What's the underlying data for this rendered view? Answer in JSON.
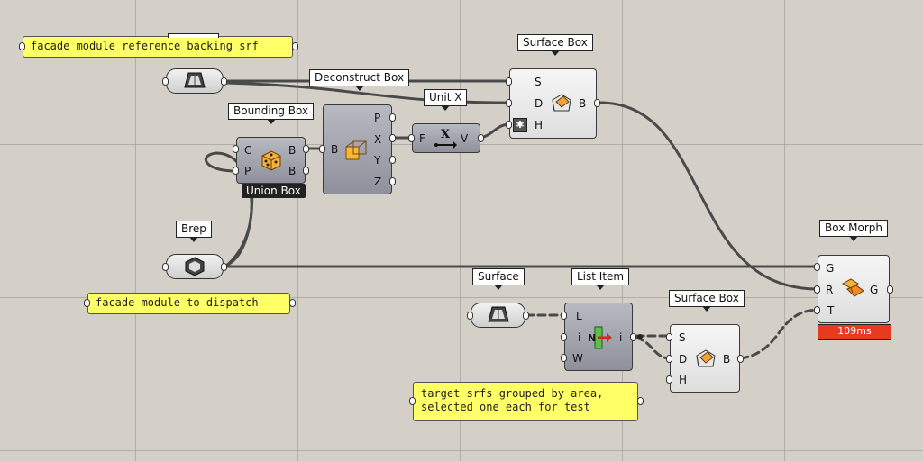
{
  "panels": {
    "backing": "facade module reference backing srf",
    "dispatch": "facade module to dispatch",
    "target": "target srfs grouped by area,\nselected one each for test"
  },
  "components": {
    "surface_box_1": {
      "label": "Surface Box",
      "inputs": [
        "S",
        "D",
        "H"
      ],
      "output": "B"
    },
    "deconstruct_box": {
      "label": "Deconstruct Box",
      "input": "B",
      "outputs": [
        "P",
        "X",
        "Y",
        "Z"
      ]
    },
    "unit_x": {
      "label": "Unit X",
      "input": "F",
      "output": "V"
    },
    "bounding_box": {
      "label": "Bounding Box",
      "inputs": [
        "C",
        "P"
      ],
      "outputs": [
        "B",
        "B"
      ],
      "sublabel": "Union Box"
    },
    "brep": {
      "label": "Brep"
    },
    "surface": {
      "label": "Surface"
    },
    "list_item": {
      "label": "List Item",
      "inputs": [
        "L",
        "i",
        "W"
      ],
      "output": "i"
    },
    "surface_box_2": {
      "label": "Surface Box",
      "inputs": [
        "S",
        "D",
        "H"
      ],
      "output": "B"
    },
    "box_morph": {
      "label": "Box Morph",
      "inputs": [
        "G",
        "R",
        "T"
      ],
      "output": "G",
      "timer": "109ms"
    }
  },
  "colors": {
    "canvas": "#d4d0c8",
    "panel": "#ffff66",
    "timer": "#e83a20",
    "wire": "#4a4a4a"
  }
}
